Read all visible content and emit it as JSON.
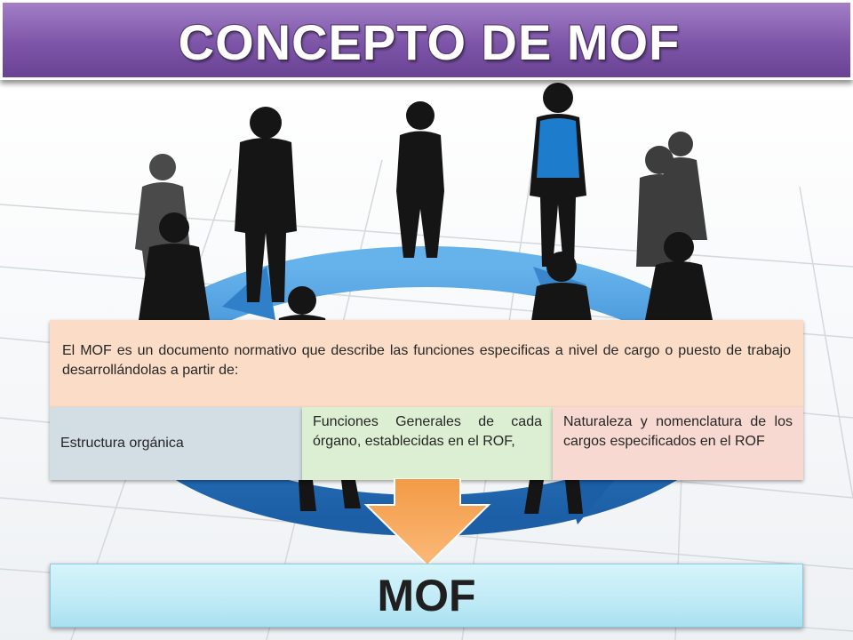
{
  "slide": {
    "title": "CONCEPTO DE MOF",
    "definition": "El MOF es un documento normativo que describe las funciones especificas a nivel de cargo o puesto de trabajo desarrollándolas a partir de:",
    "columns": [
      {
        "text": "Estructura orgánica"
      },
      {
        "text": "Funciones Generales de cada órgano, establecidas en el ROF,"
      },
      {
        "text": "Naturaleza y nomenclatura de los cargos especificados en el ROF"
      }
    ],
    "result": "MOF"
  },
  "colors": {
    "title_bar": "#7d55a8",
    "definition_box": "#fbdcc6",
    "column_1": "#d3dde4",
    "column_2": "#dcefd2",
    "column_3": "#f8d9d2",
    "arrow": "#f7a55c",
    "mof_box": "#bfeaf6",
    "ring": "#3a86cc"
  },
  "illustration": {
    "description_icon": "business-people-silhouettes",
    "ring_icon": "blue-circular-arrows"
  }
}
